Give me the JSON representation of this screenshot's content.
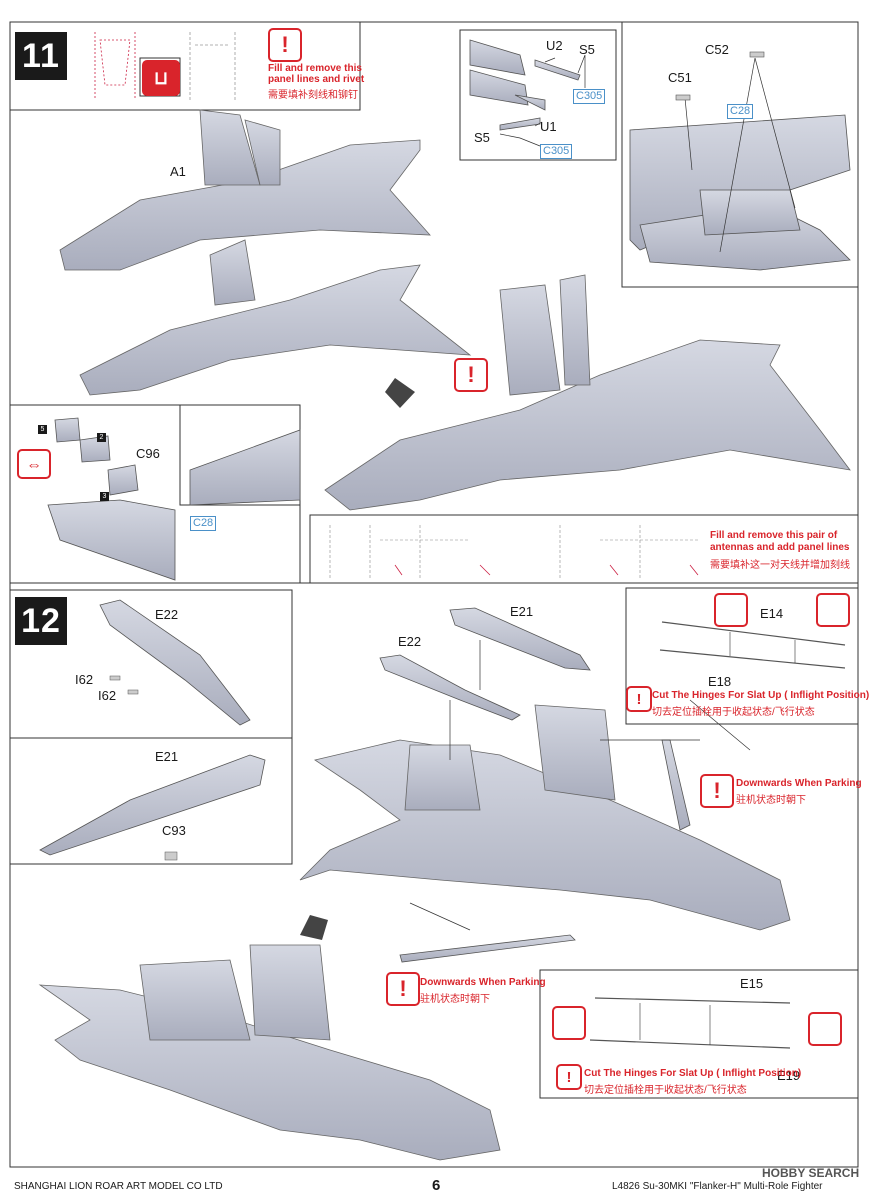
{
  "steps": {
    "step11": {
      "number": "11",
      "note_rivet_en": "Fill and remove this\npanel lines and rivet",
      "note_rivet_cn": "需要填补刻线和铆钉",
      "note_antennas_en": "Fill and remove this pair of\nantennas and add panel lines",
      "note_antennas_cn": "需要填补这一对天线并增加刻线",
      "parts": {
        "a1": "A1",
        "u2": "U2",
        "s5_top": "S5",
        "u1": "U1",
        "s5_bottom": "S5",
        "c52": "C52",
        "c51": "C51",
        "c96": "C96"
      },
      "crefs": {
        "c305_top": "C305",
        "c305_bottom": "C305",
        "c28_right": "C28",
        "c28_left": "C28"
      },
      "numbered_boxes": [
        "5",
        "2",
        "3"
      ]
    },
    "step12": {
      "number": "12",
      "parts": {
        "e22_left": "E22",
        "i62_a": "I62",
        "i62_b": "I62",
        "e21_left": "E21",
        "c93": "C93",
        "e21_center": "E21",
        "e22_center": "E22",
        "e14": "E14",
        "e18": "E18",
        "e15": "E15",
        "e19": "E19"
      },
      "note_cut_en": "Cut The Hinges For Slat Up ( Inflight Position)",
      "note_cut_cn": "切去定位插栓用于收起状态/飞行状态",
      "note_park_en": "Downwards When Parking",
      "note_park_cn": "驻机状态时朝下",
      "note_cut2_en": "Cut The Hinges For Slat Up ( Inflight Position)",
      "note_cut2_cn": "切去定位插栓用于收起状态/飞行状态",
      "note_park2_en": "Downwards When Parking",
      "note_park2_cn": "驻机状态时朝下"
    }
  },
  "footer": {
    "company": "SHANGHAI LION ROAR ART MODEL CO LTD",
    "page": "6",
    "product": "L4826 Su-30MKI \"Flanker-H\" Multi-Role Fighter",
    "watermark": "HOBBY SEARCH"
  },
  "colors": {
    "accent_red": "#d9242b",
    "part_blue": "#4a90c8",
    "model_gray": "#c7cad6"
  }
}
